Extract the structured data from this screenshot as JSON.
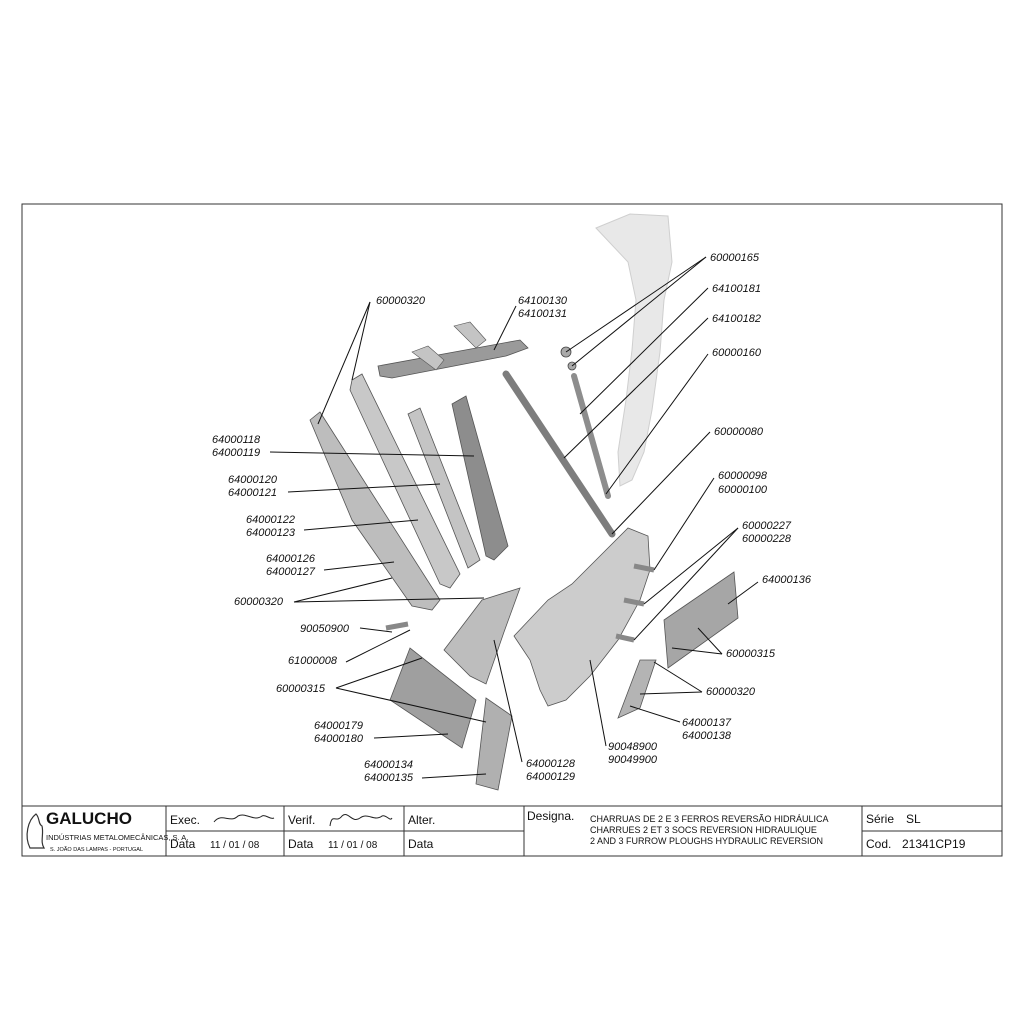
{
  "part_numbers": {
    "p60000165": "60000165",
    "p64100181": "64100181",
    "p64100182": "64100182",
    "p60000160": "60000160",
    "p60000080": "60000080",
    "p60000098": "60000098",
    "p60000100": "60000100",
    "p60000227": "60000227",
    "p60000228": "60000228",
    "p64000136": "64000136",
    "p60000315_right": "60000315",
    "p60000320_right": "60000320",
    "p64000137": "64000137",
    "p64000138": "64000138",
    "p90048900": "90048900",
    "p90049900": "90049900",
    "p64000128": "64000128",
    "p64000129": "64000129",
    "p64000134": "64000134",
    "p64000135": "64000135",
    "p64000179": "64000179",
    "p64000180": "64000180",
    "p60000315_left": "60000315",
    "p61000008": "61000008",
    "p90050900": "90050900",
    "p60000320_left": "60000320",
    "p64000126": "64000126",
    "p64000127": "64000127",
    "p64000122": "64000122",
    "p64000123": "64000123",
    "p64000120": "64000120",
    "p64000121": "64000121",
    "p64000118": "64000118",
    "p64000119": "64000119",
    "p60000320_top": "60000320",
    "p64100130": "64100130",
    "p64100131": "64100131"
  },
  "title_block": {
    "company": "GALUCHO",
    "company_sub": "INDÚSTRIAS METALOMECÂNICAS, S. A.",
    "company_addr": "S. JOÃO DAS LAMPAS - PORTUGAL",
    "exec_label": "Exec.",
    "verif_label": "Verif.",
    "alter_label": "Alter.",
    "data_label_1": "Data",
    "data_value_1": "11 / 01 / 08",
    "data_label_2": "Data",
    "data_value_2": "11 / 01 / 08",
    "data_label_3": "Data",
    "designa_label": "Designa.",
    "designa_line_1": "CHARRUAS DE 2 E 3 FERROS REVERSÃO HIDRÁULICA",
    "designa_line_2": "CHARRUES 2 ET 3 SOCS REVERSION HIDRAULIQUE",
    "designa_line_3": "2 AND 3 FURROW PLOUGHS HYDRAULIC REVERSION",
    "serie_label": "Série",
    "serie_value": "SL",
    "cod_label": "Cod.",
    "cod_value": "21341CP19"
  },
  "colors": {
    "part_fill": "#b9b9b9",
    "part_dark": "#7d7d7d",
    "ghost_fill": "#e6e6e6",
    "line": "#111111"
  }
}
